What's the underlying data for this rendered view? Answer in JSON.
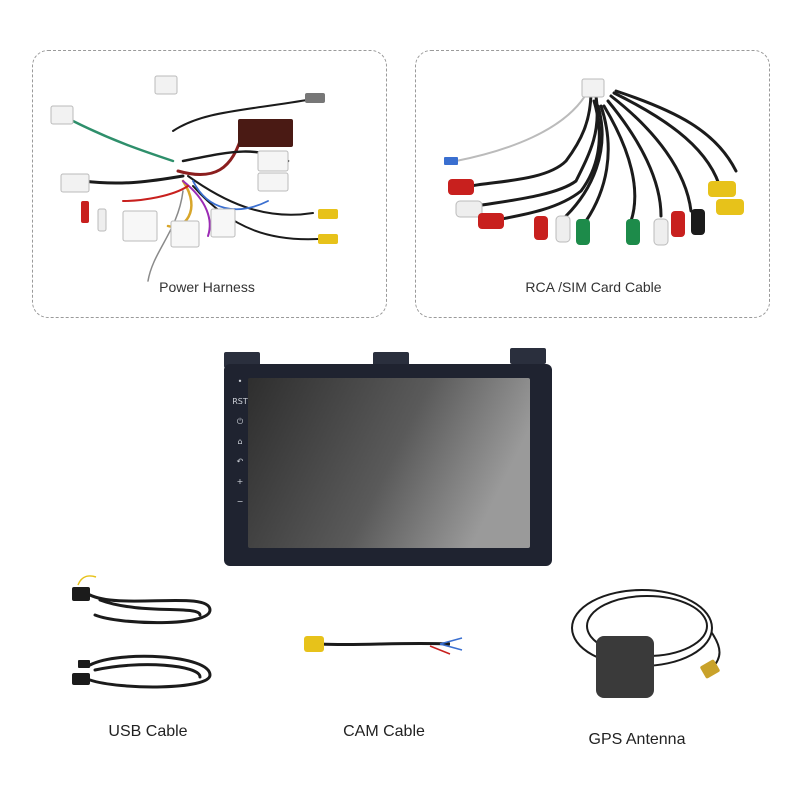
{
  "items": {
    "power_harness": {
      "label": "Power Harness"
    },
    "rca_sim_cable": {
      "label": "RCA /SIM Card Cable"
    },
    "usb_cable": {
      "label": "USB Cable"
    },
    "cam_cable": {
      "label": "CAM Cable"
    },
    "gps_antenna": {
      "label": "GPS Antenna"
    }
  },
  "head_unit": {
    "side_buttons": [
      {
        "icon": "reset-icon",
        "glyph": "•"
      },
      {
        "icon": "rst-icon",
        "glyph": "RST"
      },
      {
        "icon": "power-icon",
        "glyph": "⏻"
      },
      {
        "icon": "home-icon",
        "glyph": "⌂"
      },
      {
        "icon": "back-icon",
        "glyph": "↶"
      },
      {
        "icon": "volume-up-icon",
        "glyph": "+"
      },
      {
        "icon": "volume-down-icon",
        "glyph": "−"
      }
    ]
  },
  "colors": {
    "rca_red": "#c8201e",
    "rca_white": "#eeeeee",
    "rca_yellow": "#e7c21a",
    "rca_green": "#1d8b4a",
    "wire_black": "#1b1b1b",
    "unit_frame": "#1f2330",
    "screen_dark": "#3a3a3a"
  }
}
